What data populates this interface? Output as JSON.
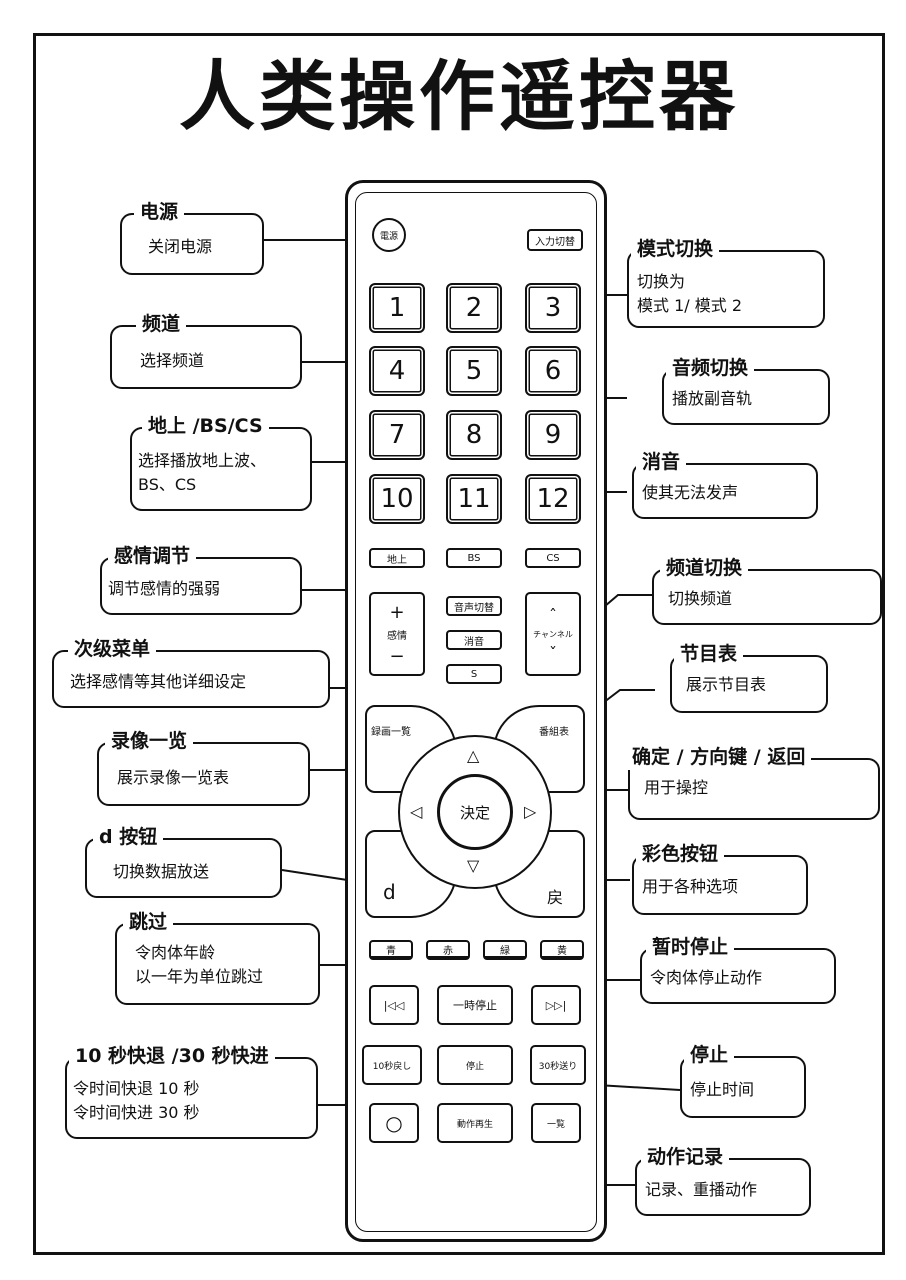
{
  "title": "人类操作遥控器",
  "remote": {
    "power": "電源",
    "input_switch": "入力切替",
    "numbers": [
      "1",
      "2",
      "3",
      "4",
      "5",
      "6",
      "7",
      "8",
      "9",
      "10",
      "11",
      "12"
    ],
    "terrestrial": "地上",
    "bs": "BS",
    "cs": "CS",
    "vol_plus": "+",
    "vol_label": "感情",
    "vol_minus": "−",
    "audio_switch": "音声切替",
    "mute": "消音",
    "ch_up": "ˆ",
    "ch_label": "チャンネル",
    "ch_down": "ˇ",
    "s_button": "S",
    "recording_list": "録画一覧",
    "program_guide": "番組表",
    "enter": "決定",
    "up": "△",
    "down": "▽",
    "left": "◁",
    "right": "▷",
    "d_button": "d",
    "back": "戻",
    "blue": "青",
    "red": "赤",
    "green": "緑",
    "yellow": "黄",
    "skip_back": "|◁◁",
    "pause": "一時停止",
    "skip_forward": "▷▷|",
    "back10": "10秒戻し",
    "stop": "停止",
    "fwd30": "30秒送り",
    "record": "○",
    "replay": "動作再生",
    "list": "一覧"
  },
  "callouts": {
    "power": {
      "title": "电源",
      "lines": [
        "关闭电源"
      ]
    },
    "channel": {
      "title": "频道",
      "lines": [
        "选择频道"
      ]
    },
    "broadcast": {
      "title": "地上 /BS/CS",
      "lines": [
        "选择播放地上波、",
        "BS、CS"
      ]
    },
    "emotion": {
      "title": "感情调节",
      "lines": [
        "调节感情的强弱"
      ]
    },
    "submenu": {
      "title": "次级菜单",
      "lines": [
        "选择感情等其他详细设定"
      ]
    },
    "reclist": {
      "title": "录像一览",
      "lines": [
        "展示录像一览表"
      ]
    },
    "dbutton": {
      "title": "d 按钮",
      "lines": [
        "切换数据放送"
      ]
    },
    "skip": {
      "title": "跳过",
      "lines": [
        "令肉体年龄",
        "以一年为单位跳过"
      ]
    },
    "seek": {
      "title": "10 秒快退 /30 秒快进",
      "lines": [
        "令时间快退 10 秒",
        "令时间快进 30 秒"
      ]
    },
    "mode": {
      "title": "模式切换",
      "lines": [
        "切换为",
        "模式 1/ 模式 2"
      ]
    },
    "audio": {
      "title": "音频切换",
      "lines": [
        "播放副音轨"
      ]
    },
    "mute": {
      "title": "消音",
      "lines": [
        "使其无法发声"
      ]
    },
    "chswitch": {
      "title": "频道切换",
      "lines": [
        "切换频道"
      ]
    },
    "guide": {
      "title": "节目表",
      "lines": [
        "展示节目表"
      ]
    },
    "nav": {
      "title": "确定 / 方向键 / 返回",
      "lines": [
        "用于操控"
      ]
    },
    "color": {
      "title": "彩色按钮",
      "lines": [
        "用于各种选项"
      ]
    },
    "pause": {
      "title": "暂时停止",
      "lines": [
        "令肉体停止动作"
      ]
    },
    "stop": {
      "title": "停止",
      "lines": [
        "停止时间"
      ]
    },
    "action": {
      "title": "动作记录",
      "lines": [
        "记录、重播动作"
      ]
    }
  }
}
